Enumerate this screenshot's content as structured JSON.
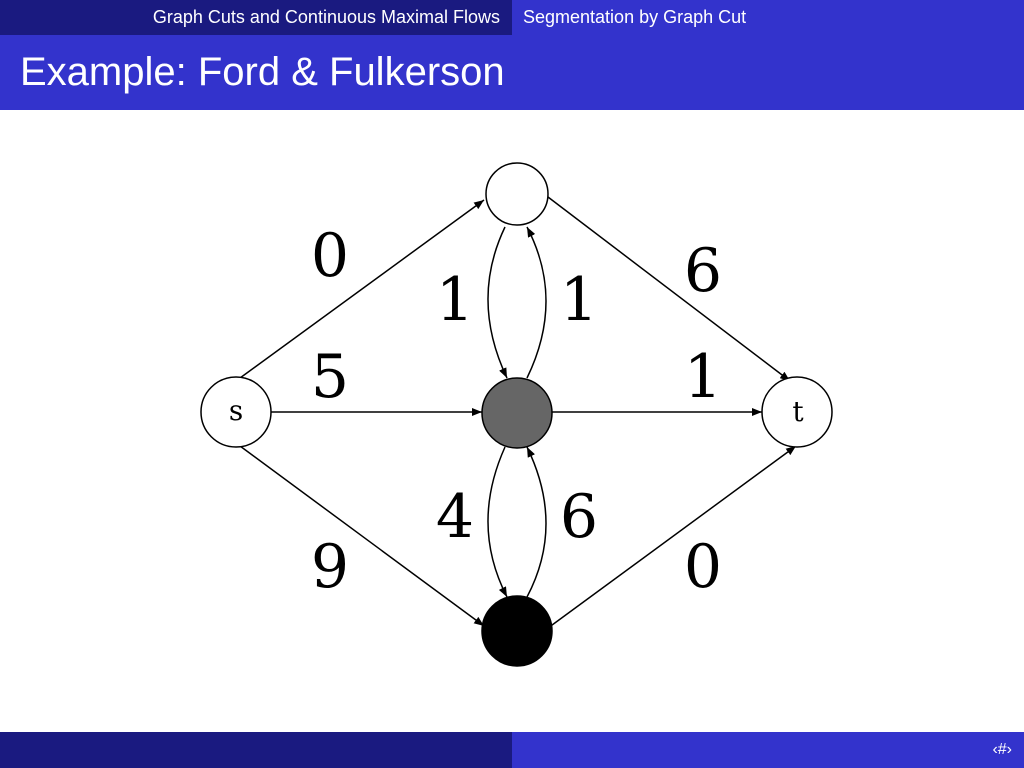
{
  "header": {
    "section": "Graph Cuts and Continuous Maximal Flows",
    "subsection": "Segmentation by Graph Cut"
  },
  "slide": {
    "title": "Example: Ford & Fulkerson"
  },
  "diagram": {
    "nodes": [
      {
        "id": "s",
        "label": "s",
        "fill": "#ffffff"
      },
      {
        "id": "top",
        "label": "",
        "fill": "#ffffff"
      },
      {
        "id": "middle",
        "label": "",
        "fill": "#666666"
      },
      {
        "id": "bottom",
        "label": "",
        "fill": "#000000"
      },
      {
        "id": "t",
        "label": "t",
        "fill": "#ffffff"
      }
    ],
    "edges": [
      {
        "from": "s",
        "to": "top",
        "label": "0"
      },
      {
        "from": "top",
        "to": "t",
        "label": "6"
      },
      {
        "from": "s",
        "to": "middle",
        "label": "5"
      },
      {
        "from": "middle",
        "to": "t",
        "label": "1"
      },
      {
        "from": "s",
        "to": "bottom",
        "label": "9"
      },
      {
        "from": "bottom",
        "to": "t",
        "label": "0"
      },
      {
        "from": "top",
        "to": "middle",
        "label": "1"
      },
      {
        "from": "middle",
        "to": "top",
        "label": "1"
      },
      {
        "from": "middle",
        "to": "bottom",
        "label": "4"
      },
      {
        "from": "bottom",
        "to": "middle",
        "label": "6"
      }
    ]
  },
  "footer": {
    "page_indicator": "‹#›"
  }
}
